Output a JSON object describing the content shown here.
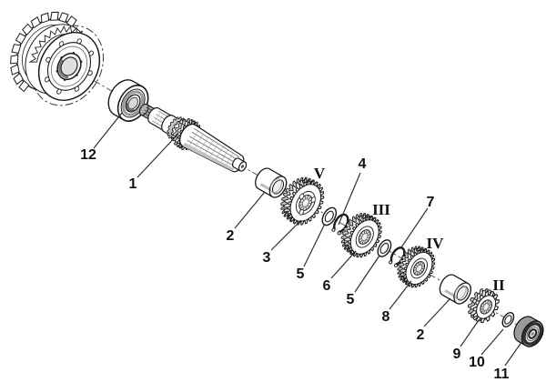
{
  "page": {
    "background": "#ffffff"
  },
  "colors": {
    "line": "#1a1a1a",
    "shading_light": "#ededed",
    "shading_mid": "#c6c6c6",
    "shading_dark": "#9a9a9a",
    "callout_text": "#111111"
  },
  "callouts": {
    "c12": "12",
    "c1": "1",
    "c2a": "2",
    "c3": "3",
    "c4": "4",
    "c5a": "5",
    "c6": "6",
    "c5b": "5",
    "c7": "7",
    "c8": "8",
    "c2b": "2",
    "c9": "9",
    "c10": "10",
    "c11": "11"
  },
  "gear_position_labels": {
    "gV": "V",
    "gIII": "III",
    "gIV": "IV",
    "gII": "II"
  }
}
